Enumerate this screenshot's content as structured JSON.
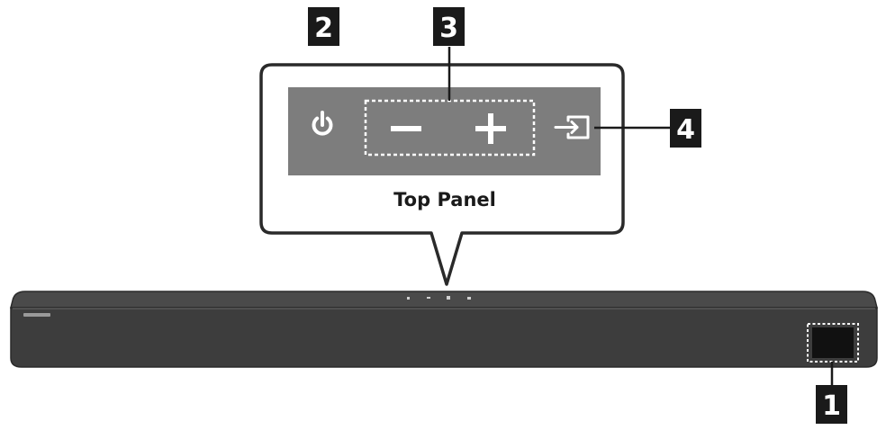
{
  "top_panel": {
    "title": "Top Panel"
  },
  "callouts": {
    "c1": "1",
    "c2": "2",
    "c3": "3",
    "c4": "4"
  },
  "icons": {
    "power": "power-icon",
    "volume_down": "minus-icon",
    "volume_up": "plus-icon",
    "source": "source-input-icon"
  },
  "colors": {
    "panel_gray": "#7d7d7d",
    "bar_dark": "#3d3d3d",
    "callout_bg": "#1a1a1a",
    "icon_white": "#ffffff"
  }
}
